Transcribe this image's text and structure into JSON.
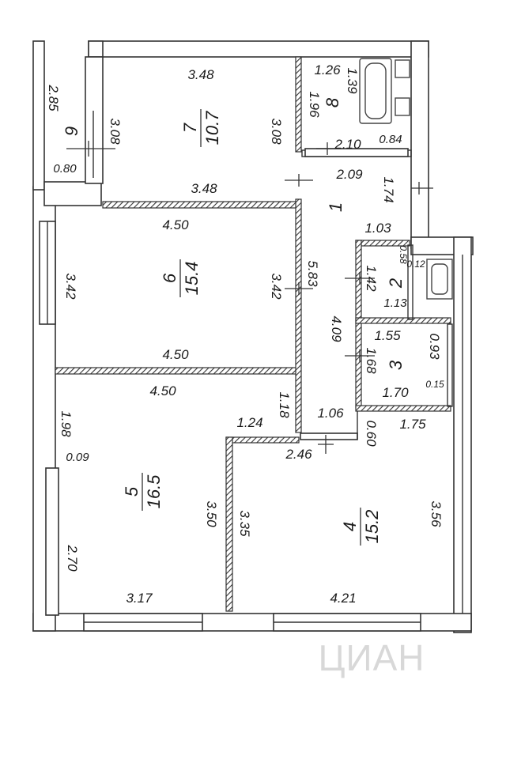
{
  "rooms": [
    {
      "number": "7",
      "area": "10.7"
    },
    {
      "number": "6",
      "area": "15.4"
    },
    {
      "number": "5",
      "area": "16.5"
    },
    {
      "number": "4",
      "area": "15.2"
    },
    {
      "number": "8",
      "area": ""
    },
    {
      "number": "9",
      "area": ""
    },
    {
      "number": "1",
      "area": ""
    },
    {
      "number": "2",
      "area": ""
    },
    {
      "number": "3",
      "area": ""
    }
  ],
  "dimensions": {
    "r7_top": "3.48",
    "r7_bottom": "3.48",
    "r7_left": "3.08",
    "r7_right": "3.08",
    "r6_top": "4.50",
    "r6_bottom": "4.50",
    "r6_left": "3.42",
    "r6_right": "3.42",
    "r5_top": "4.50",
    "r5_bottom": "3.17",
    "r5_left_upper": "1.98",
    "r5_left_gap": "0.09",
    "r5_left_lower": "2.70",
    "r5_right": "3.50",
    "r5_notch_h": "1.24",
    "r5_notch_v": "1.18",
    "r4_left": "3.35",
    "r4_right": "3.56",
    "r4_bottom": "4.21",
    "r4_top_left": "2.46",
    "r4_top_right": "1.75",
    "balcony_len": "2.85",
    "balcony_w": "0.80",
    "r8_a": "1.26",
    "r8_b": "1.39",
    "r8_c": "1.96",
    "r8_d": "2.10",
    "r8_e": "0.84",
    "hall_top": "2.09",
    "hall_right": "1.74",
    "hall_mid": "1.03",
    "corridor_len": "5.83",
    "corridor_lower": "4.09",
    "corridor_bottom": "1.06",
    "corridor_step": "0.60",
    "r2_a": "0.58",
    "r2_b": "0.12",
    "r2_c": "1.42",
    "r2_d": "1.13",
    "r3_a": "1.55",
    "r3_b": "0.93",
    "r3_c": "1.68",
    "r3_d": "1.70",
    "r3_e": "0.15"
  },
  "watermark": "ЦИАН"
}
